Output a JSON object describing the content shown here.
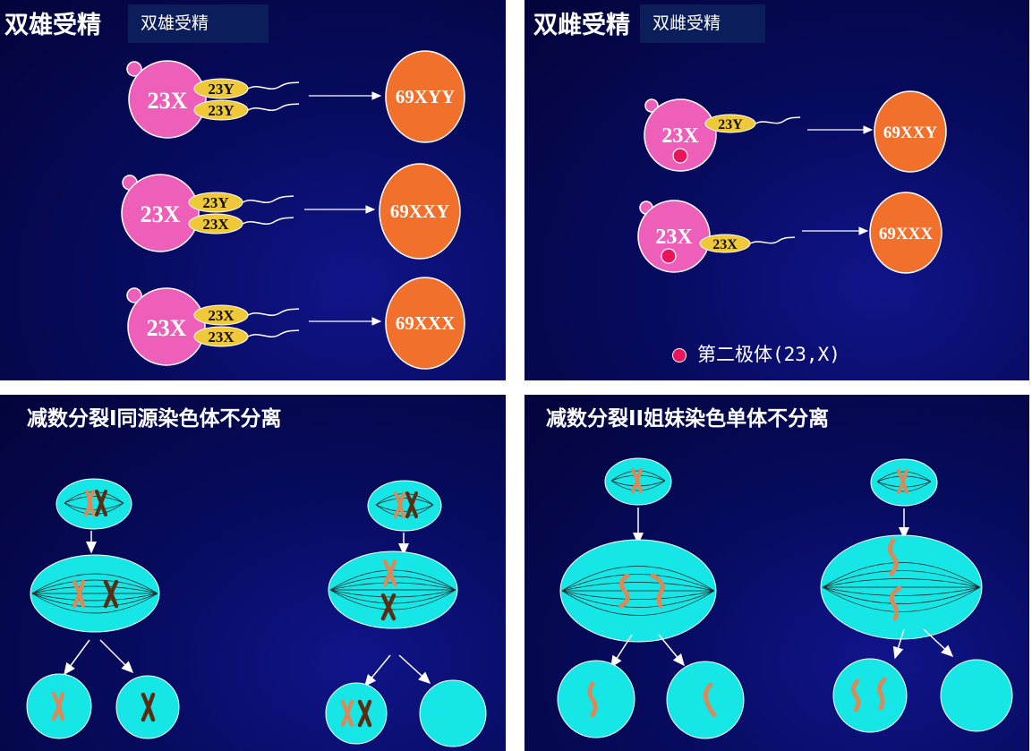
{
  "panel_tl": {
    "title": "双雄受精",
    "title_box": "双雄受精",
    "rows": [
      {
        "egg": "23X",
        "sperm": [
          "23Y",
          "23Y"
        ],
        "result": "69XYY"
      },
      {
        "egg": "23X",
        "sperm": [
          "23Y",
          "23X"
        ],
        "result": "69XXY"
      },
      {
        "egg": "23X",
        "sperm": [
          "23X",
          "23X"
        ],
        "result": "69XXX"
      }
    ]
  },
  "panel_tr": {
    "title": "双雌受精",
    "title_box": "双雌受精",
    "rows": [
      {
        "egg": "23X",
        "sperm": "23Y",
        "result": "69XXY"
      },
      {
        "egg": "23X",
        "sperm": "23X",
        "result": "69XXX"
      }
    ],
    "legend": "第二极体(23,X)"
  },
  "panel_bl": {
    "title": "减数分裂I同源染色体不分离"
  },
  "panel_br": {
    "title": "减数分裂II姐妹染色单体不分离"
  },
  "colors": {
    "egg": "#ee5fb9",
    "sperm_head": "#f0c93a",
    "zygote": "#f0702c",
    "cell": "#16e6e6",
    "polar_body": "#e8145c",
    "chromo_light": "#d98a58",
    "chromo_dark": "#5a2c12"
  }
}
